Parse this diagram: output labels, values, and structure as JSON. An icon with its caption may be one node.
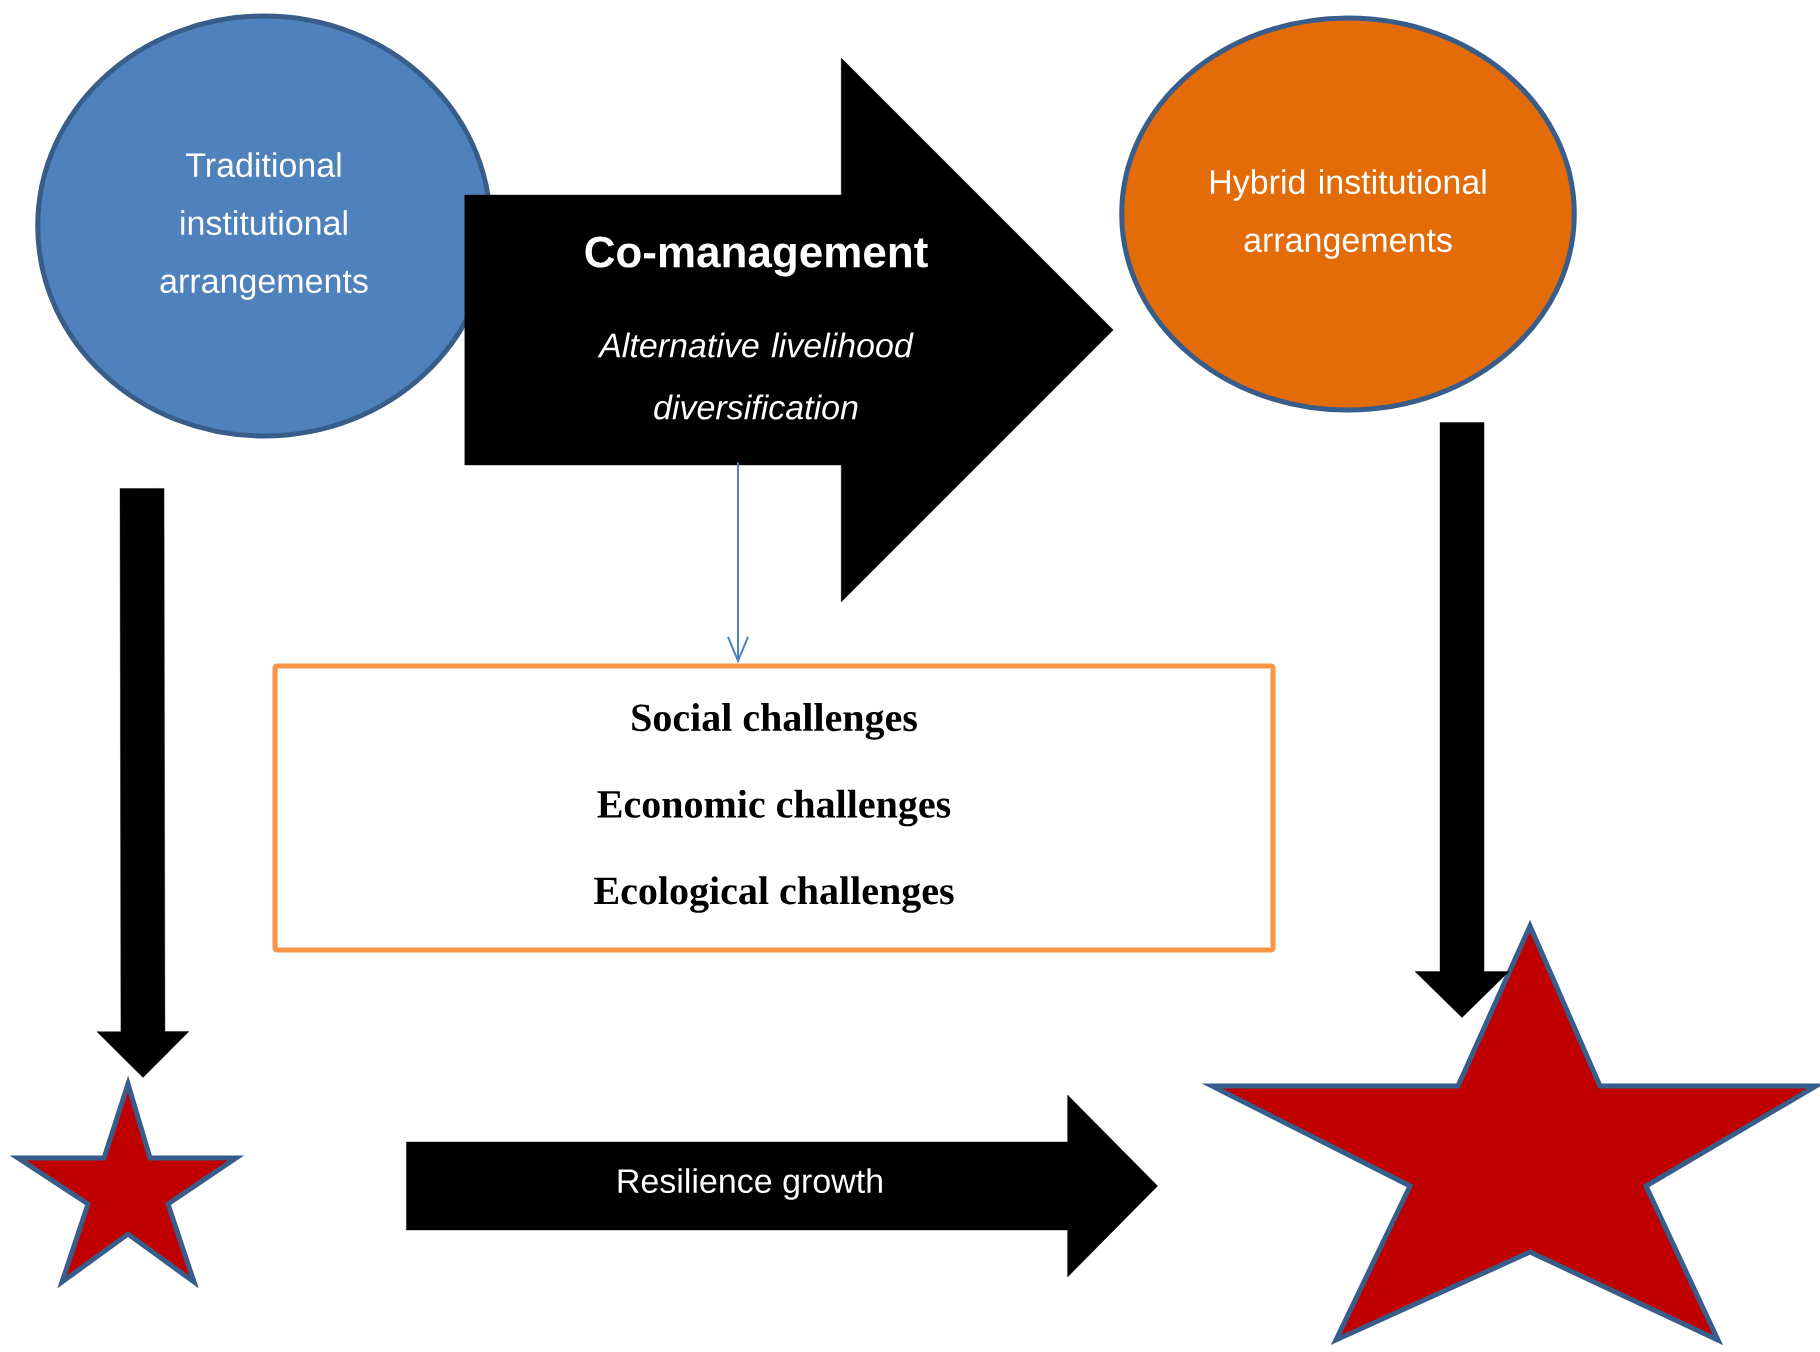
{
  "diagram": {
    "nodes": [
      {
        "text": [
          "Traditional institutional arrangements"
        ]
      },
      {
        "text": [
          "Co-management",
          "Alternative livelihood diversification"
        ]
      },
      {
        "text": [
          "Hybrid institutional arrangements"
        ]
      },
      {
        "text": [
          "Social challenges",
          "Economic challenges",
          "Ecological challenges"
        ]
      },
      {
        "text": [],
        "shape": "star"
      },
      {
        "text": [],
        "shape": "star"
      }
    ],
    "edges": [
      {
        "from": 0,
        "to": 4,
        "arrow": "to",
        "style": "thick"
      },
      {
        "from": 1,
        "to": 3,
        "arrow": "to",
        "color": "#4f81bd"
      },
      {
        "from": 2,
        "to": 5,
        "arrow": "to",
        "style": "thick"
      },
      {
        "from": 4,
        "to": 5,
        "arrow": "to",
        "style": "thick",
        "label": "Resilience growth"
      },
      {
        "from": 0,
        "to": 2,
        "arrow": "to",
        "style": "thick"
      }
    ]
  }
}
